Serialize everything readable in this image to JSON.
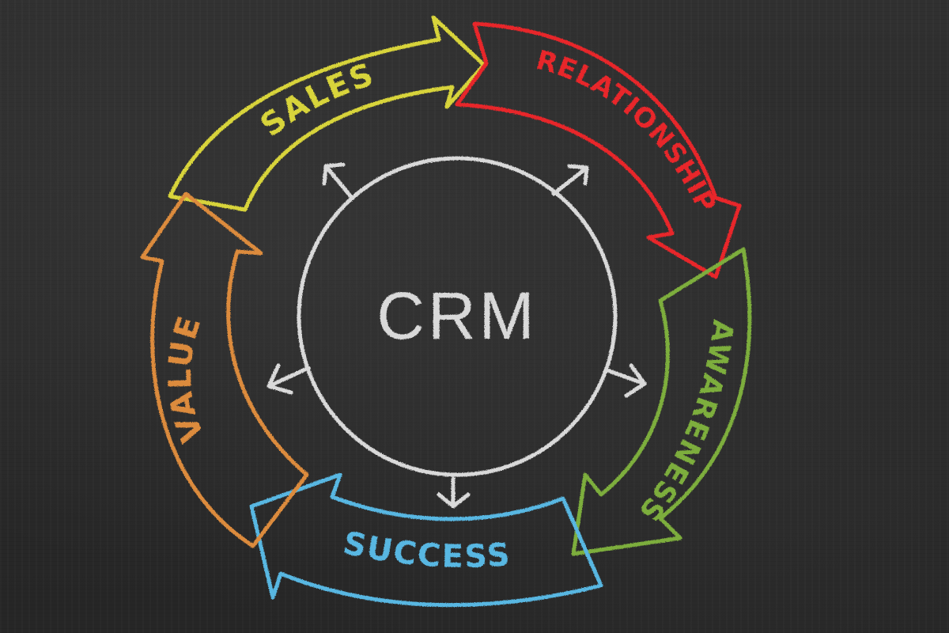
{
  "diagram": {
    "center_label": "CRM",
    "stages": [
      {
        "label": "SALES",
        "color": "#d8d43a"
      },
      {
        "label": "RELATIONSHIP",
        "color": "#e8282c"
      },
      {
        "label": "AWARENESS",
        "color": "#7dae3c"
      },
      {
        "label": "SUCCESS",
        "color": "#59b7e2"
      },
      {
        "label": "VALUE",
        "color": "#dc8b3c"
      }
    ],
    "chalk_color": "#d9d9d9"
  }
}
